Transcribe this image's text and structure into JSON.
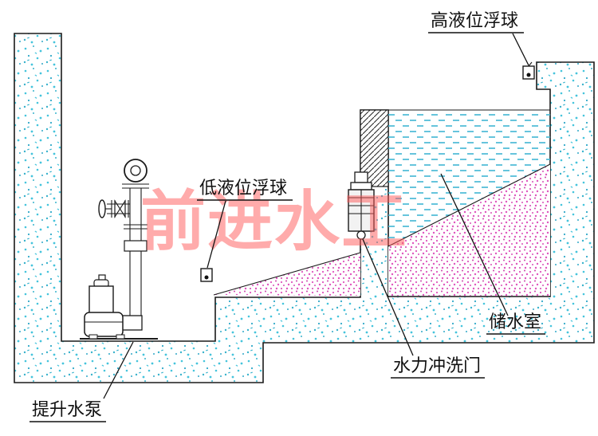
{
  "diagram": {
    "labels": {
      "high_float": "高液位浮球",
      "low_float": "低液位浮球",
      "storage_room": "储水室",
      "flush_gate": "水力冲洗门",
      "lift_pump": "提升水泵"
    },
    "watermark": "前进水工",
    "colors": {
      "outline": "#1a1a1a",
      "concrete_speckle": "#45c4dc",
      "water_dash": "#3fb6d4",
      "sediment_dot": "#e054be",
      "watermark_red": "#ff5a5a"
    }
  }
}
